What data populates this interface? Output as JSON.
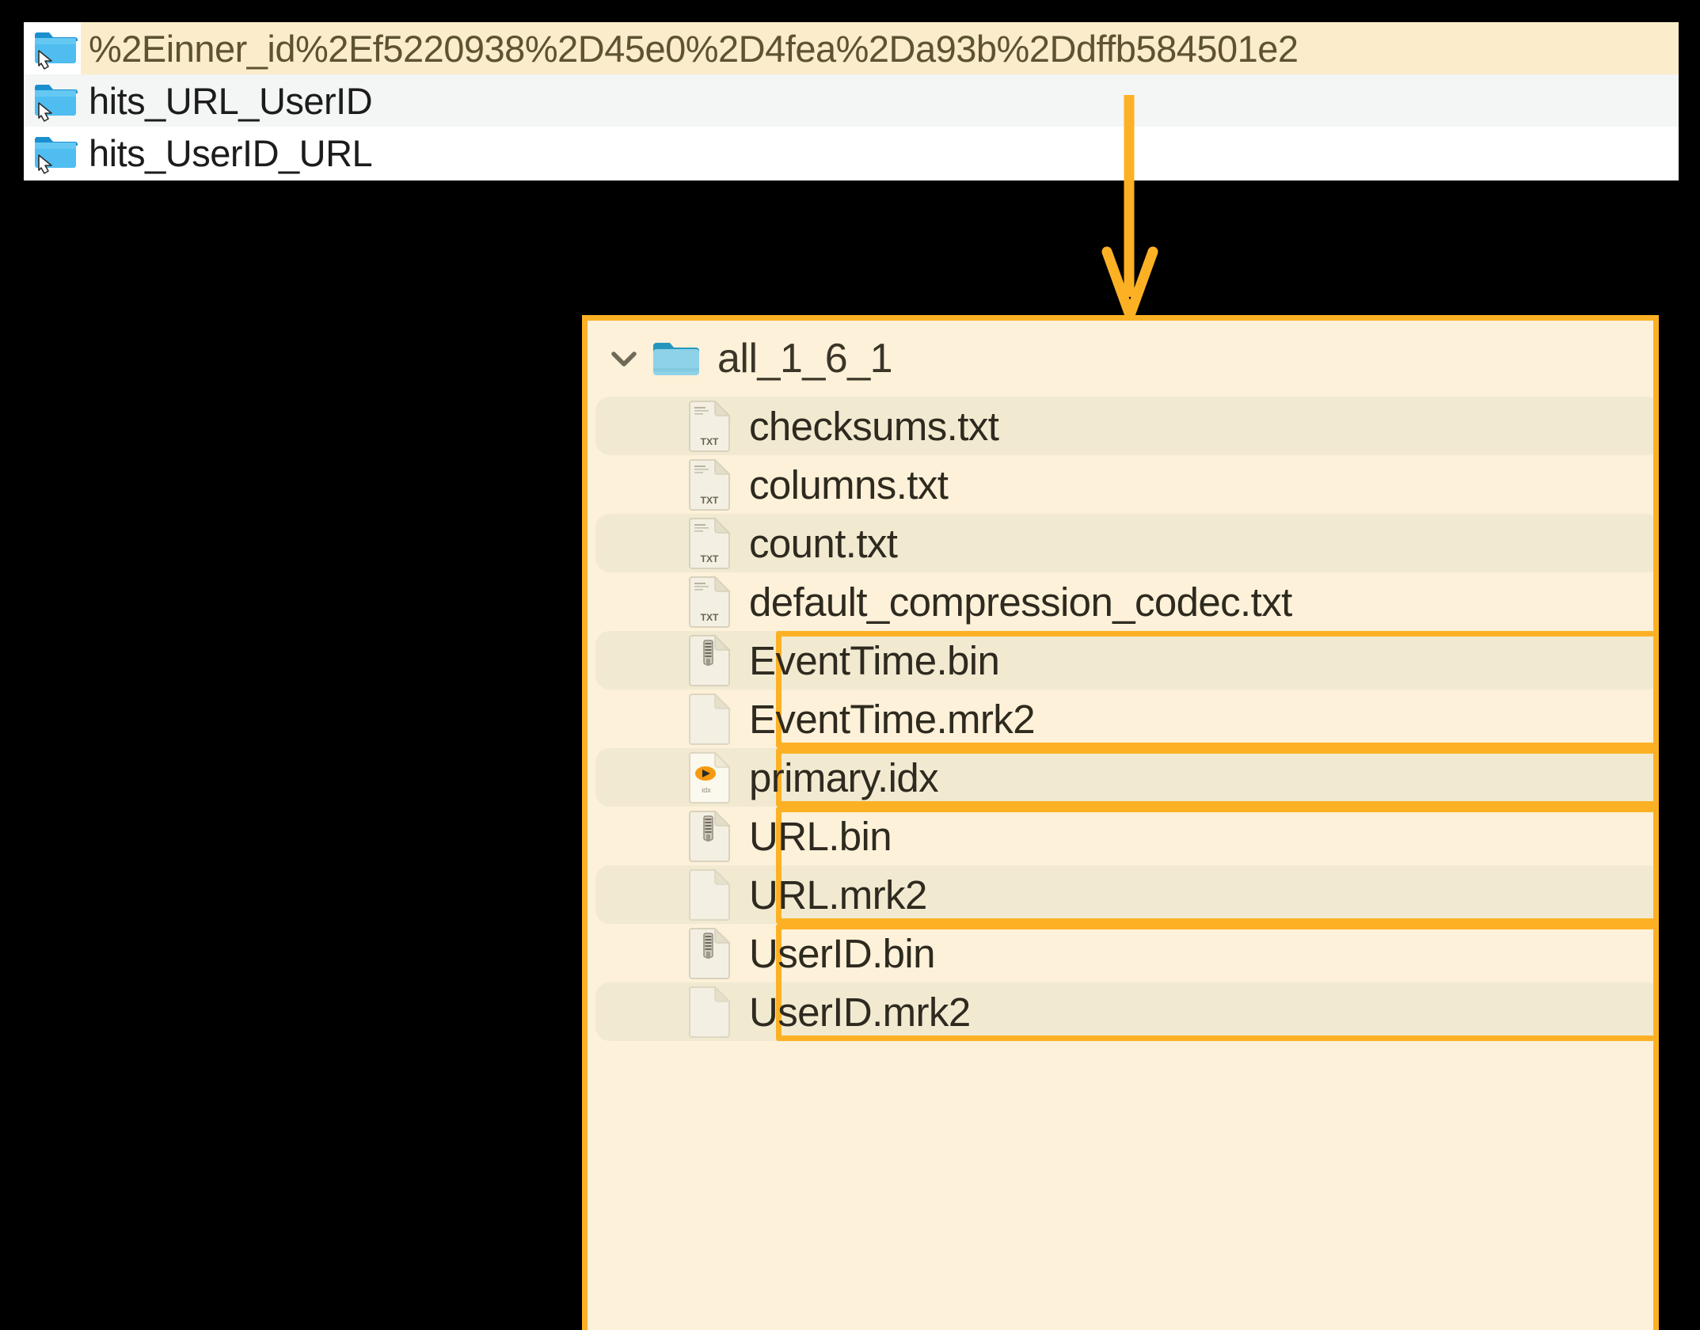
{
  "top_panel": {
    "name": "symlink-folder-list",
    "rows": [
      {
        "label": "%2Einner_id%2Ef5220938%2D45e0%2D4fea%2Da93b%2Ddffb584501e2",
        "icon": "folder-symlink-icon",
        "highlighted": true
      },
      {
        "label": "hits_URL_UserID",
        "icon": "folder-symlink-icon",
        "highlighted": false
      },
      {
        "label": "hits_UserID_URL",
        "icon": "folder-symlink-icon",
        "highlighted": false
      }
    ]
  },
  "annotation": {
    "arrow_icon": "down-arrow-annotation",
    "accent_color": "#fcb125"
  },
  "part_panel": {
    "header": {
      "chevron_icon": "chevron-down-icon",
      "folder_icon": "folder-open-icon",
      "name": "all_1_6_1"
    },
    "files": [
      {
        "name": "checksums.txt",
        "icon": "txt-file-icon",
        "striped": true,
        "boxed": false
      },
      {
        "name": "columns.txt",
        "icon": "txt-file-icon",
        "striped": false,
        "boxed": false
      },
      {
        "name": "count.txt",
        "icon": "txt-file-icon",
        "striped": true,
        "boxed": false
      },
      {
        "name": "default_compression_codec.txt",
        "icon": "txt-file-icon",
        "striped": false,
        "boxed": false
      },
      {
        "name": "EventTime.bin",
        "icon": "bin-file-icon",
        "striped": true,
        "boxed": true
      },
      {
        "name": "EventTime.mrk2",
        "icon": "blank-file-icon",
        "striped": false,
        "boxed": true
      },
      {
        "name": "primary.idx",
        "icon": "idx-file-icon",
        "striped": true,
        "boxed": true
      },
      {
        "name": "URL.bin",
        "icon": "bin-file-icon",
        "striped": false,
        "boxed": true
      },
      {
        "name": "URL.mrk2",
        "icon": "blank-file-icon",
        "striped": true,
        "boxed": true
      },
      {
        "name": "UserID.bin",
        "icon": "bin-file-icon",
        "striped": false,
        "boxed": true
      },
      {
        "name": "UserID.mrk2",
        "icon": "blank-file-icon",
        "striped": true,
        "boxed": true
      }
    ],
    "highlight_groups": [
      {
        "label": "EventTime-column-files",
        "start": 4,
        "end": 5
      },
      {
        "label": "primary-index-file",
        "start": 6,
        "end": 6
      },
      {
        "label": "URL-column-files",
        "start": 7,
        "end": 8
      },
      {
        "label": "UserID-column-files",
        "start": 9,
        "end": 10
      }
    ],
    "txt_icon_label": "TXT",
    "idx_icon_label": "idx"
  }
}
